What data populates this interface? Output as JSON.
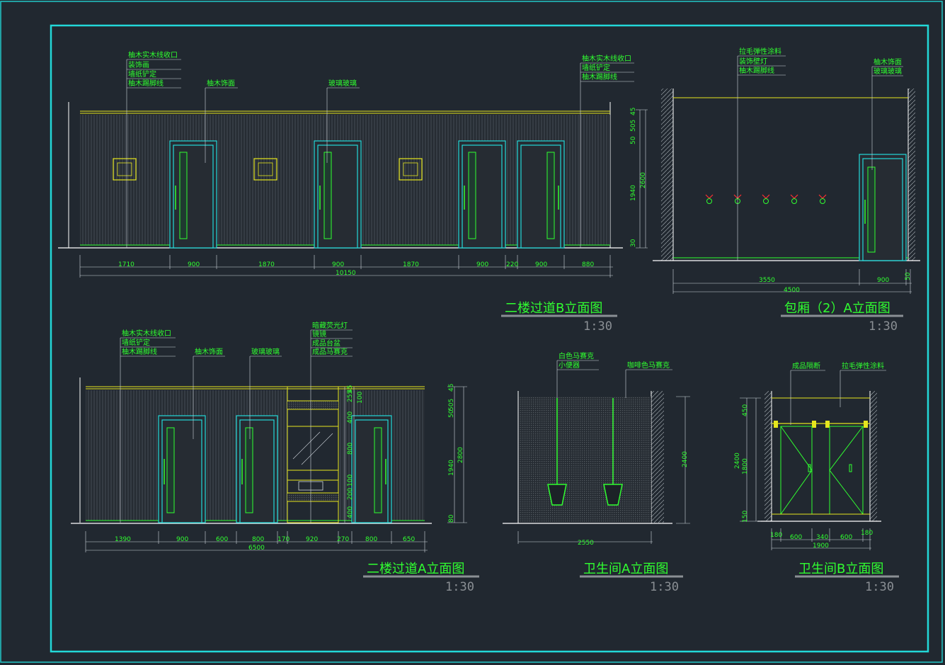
{
  "drawings": [
    {
      "title": "二楼过道B立面图",
      "scale": "1:30",
      "labels_left": [
        "柚木实木线收口",
        "装饰画",
        "墙纸铲定",
        "柚木踢脚线"
      ],
      "label_mid1": "柚木饰面",
      "label_mid2": "玻璃玻璃",
      "labels_right": [
        "柚木实木线收口",
        "墙纸铲定",
        "柚木踢脚线"
      ],
      "dims_h": [
        "1710",
        "900",
        "1870",
        "900",
        "1870",
        "900",
        "220",
        "900",
        "880"
      ],
      "dim_total": "10150",
      "dims_v": [
        "45",
        "505",
        "50",
        "2600",
        "1940",
        "30"
      ]
    },
    {
      "title": "包厢（2）A立面图",
      "scale": "1:30",
      "labels_top": [
        "拉毛弹性涂料",
        "装饰壁灯",
        "柚木踢脚线"
      ],
      "labels_right": [
        "柚木饰面",
        "玻璃玻璃"
      ],
      "dims_h": [
        "3550",
        "900",
        "50"
      ],
      "dim_total": "4500"
    },
    {
      "title": "二楼过道A立面图",
      "scale": "1:30",
      "labels_left": [
        "柚木实木线收口",
        "墙纸铲定",
        "柚木踢脚线"
      ],
      "label_mid1": "柚木饰面",
      "label_mid2": "玻璃玻璃",
      "labels_right": [
        "暗藏荧光灯",
        "镜镜",
        "成品台盆",
        "成品马赛克"
      ],
      "dims_h": [
        "1390",
        "900",
        "600",
        "800",
        "170",
        "920",
        "270",
        "800",
        "650"
      ],
      "dim_total": "6500",
      "dims_v_inner": [
        "45",
        "255",
        "100",
        "400",
        "800",
        "100",
        "200",
        "400"
      ],
      "dims_v": [
        "45",
        "505",
        "50",
        "1940",
        "2800",
        "80"
      ]
    },
    {
      "title": "卫生间A立面图",
      "scale": "1:30",
      "labels_left": [
        "白色马赛克",
        "小便器"
      ],
      "label_right": "咖啡色马赛克",
      "dim_h": "2550",
      "dim_v": "2400"
    },
    {
      "title": "卫生间B立面图",
      "scale": "1:30",
      "label_left": "成品隔断",
      "label_right": "拉毛弹性涂料",
      "dims_h": [
        "180",
        "600",
        "340",
        "600",
        "180"
      ],
      "dim_total": "1900",
      "dims_v": [
        "450",
        "1800",
        "2400",
        "150"
      ]
    }
  ]
}
